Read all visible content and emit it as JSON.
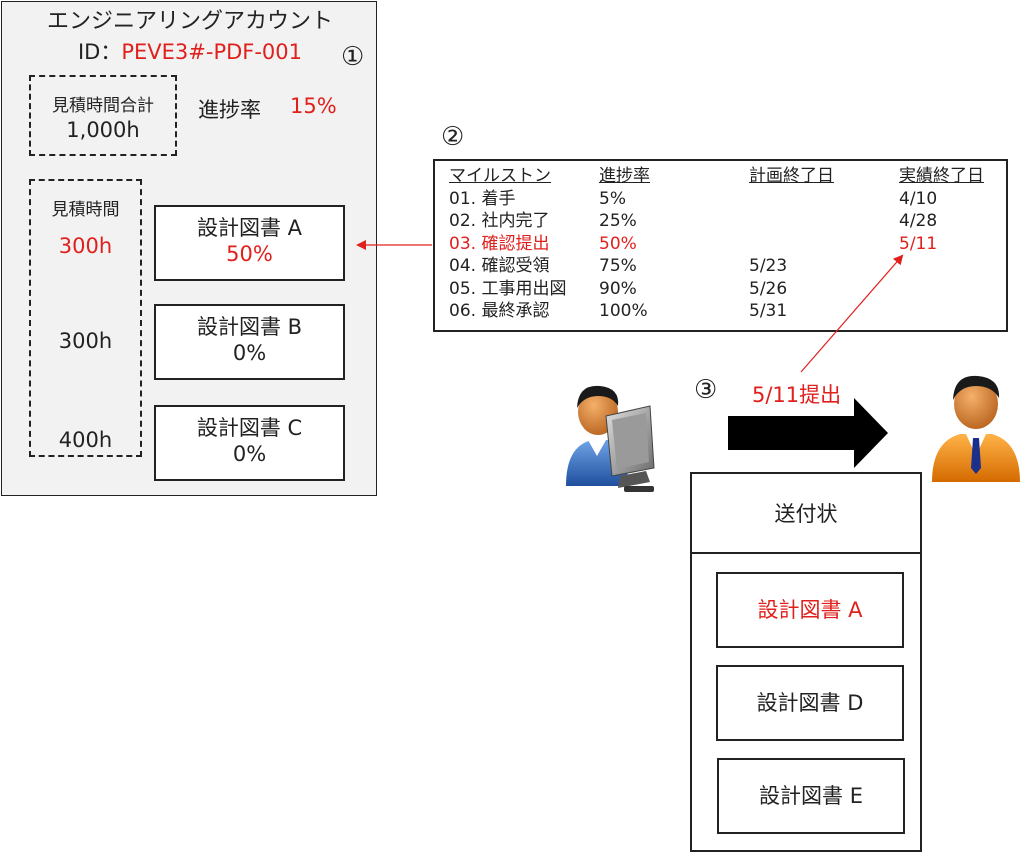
{
  "account": {
    "title": "エンジニアリングアカウント",
    "id_label": "ID：",
    "id_value": "PEVE3#-PDF-001",
    "marker": "①",
    "total_label": "見積時間合計",
    "total_value": "1,000h",
    "progress_label": "進捗率",
    "progress_value": "15%",
    "estimate_label": "見積時間",
    "estimates": [
      "300h",
      "300h",
      "400h"
    ],
    "documents": [
      {
        "name": "設計図書 A",
        "progress": "50%"
      },
      {
        "name": "設計図書 B",
        "progress": "0%"
      },
      {
        "name": "設計図書 C",
        "progress": "0%"
      }
    ]
  },
  "milestones": {
    "marker": "②",
    "headers": [
      "マイルストン",
      "進捗率",
      "計画終了日",
      "実績終了日"
    ],
    "rows": [
      {
        "name": "01. 着手",
        "rate": "5%",
        "plan": "",
        "actual": "4/10",
        "highlight": false
      },
      {
        "name": "02. 社内完了",
        "rate": "25%",
        "plan": "",
        "actual": "4/28",
        "highlight": false
      },
      {
        "name": "03. 確認提出",
        "rate": "50%",
        "plan": "",
        "actual": "5/11",
        "highlight": true
      },
      {
        "name": "04. 確認受領",
        "rate": "75%",
        "plan": "5/23",
        "actual": "",
        "highlight": false
      },
      {
        "name": "05. 工事用出図",
        "rate": "90%",
        "plan": "5/26",
        "actual": "",
        "highlight": false
      },
      {
        "name": "06. 最終承認",
        "rate": "100%",
        "plan": "5/31",
        "actual": "",
        "highlight": false
      }
    ]
  },
  "submission": {
    "marker": "③",
    "label": "5/11提出",
    "letter_title": "送付状",
    "letter_docs": [
      "設計図書 A",
      "設計図書 D",
      "設計図書 E"
    ]
  },
  "colors": {
    "accent_red": "#e0201c",
    "panel_bg": "#f2f2f2"
  },
  "icons": [
    "engineer-at-computer-icon",
    "client-person-icon"
  ]
}
